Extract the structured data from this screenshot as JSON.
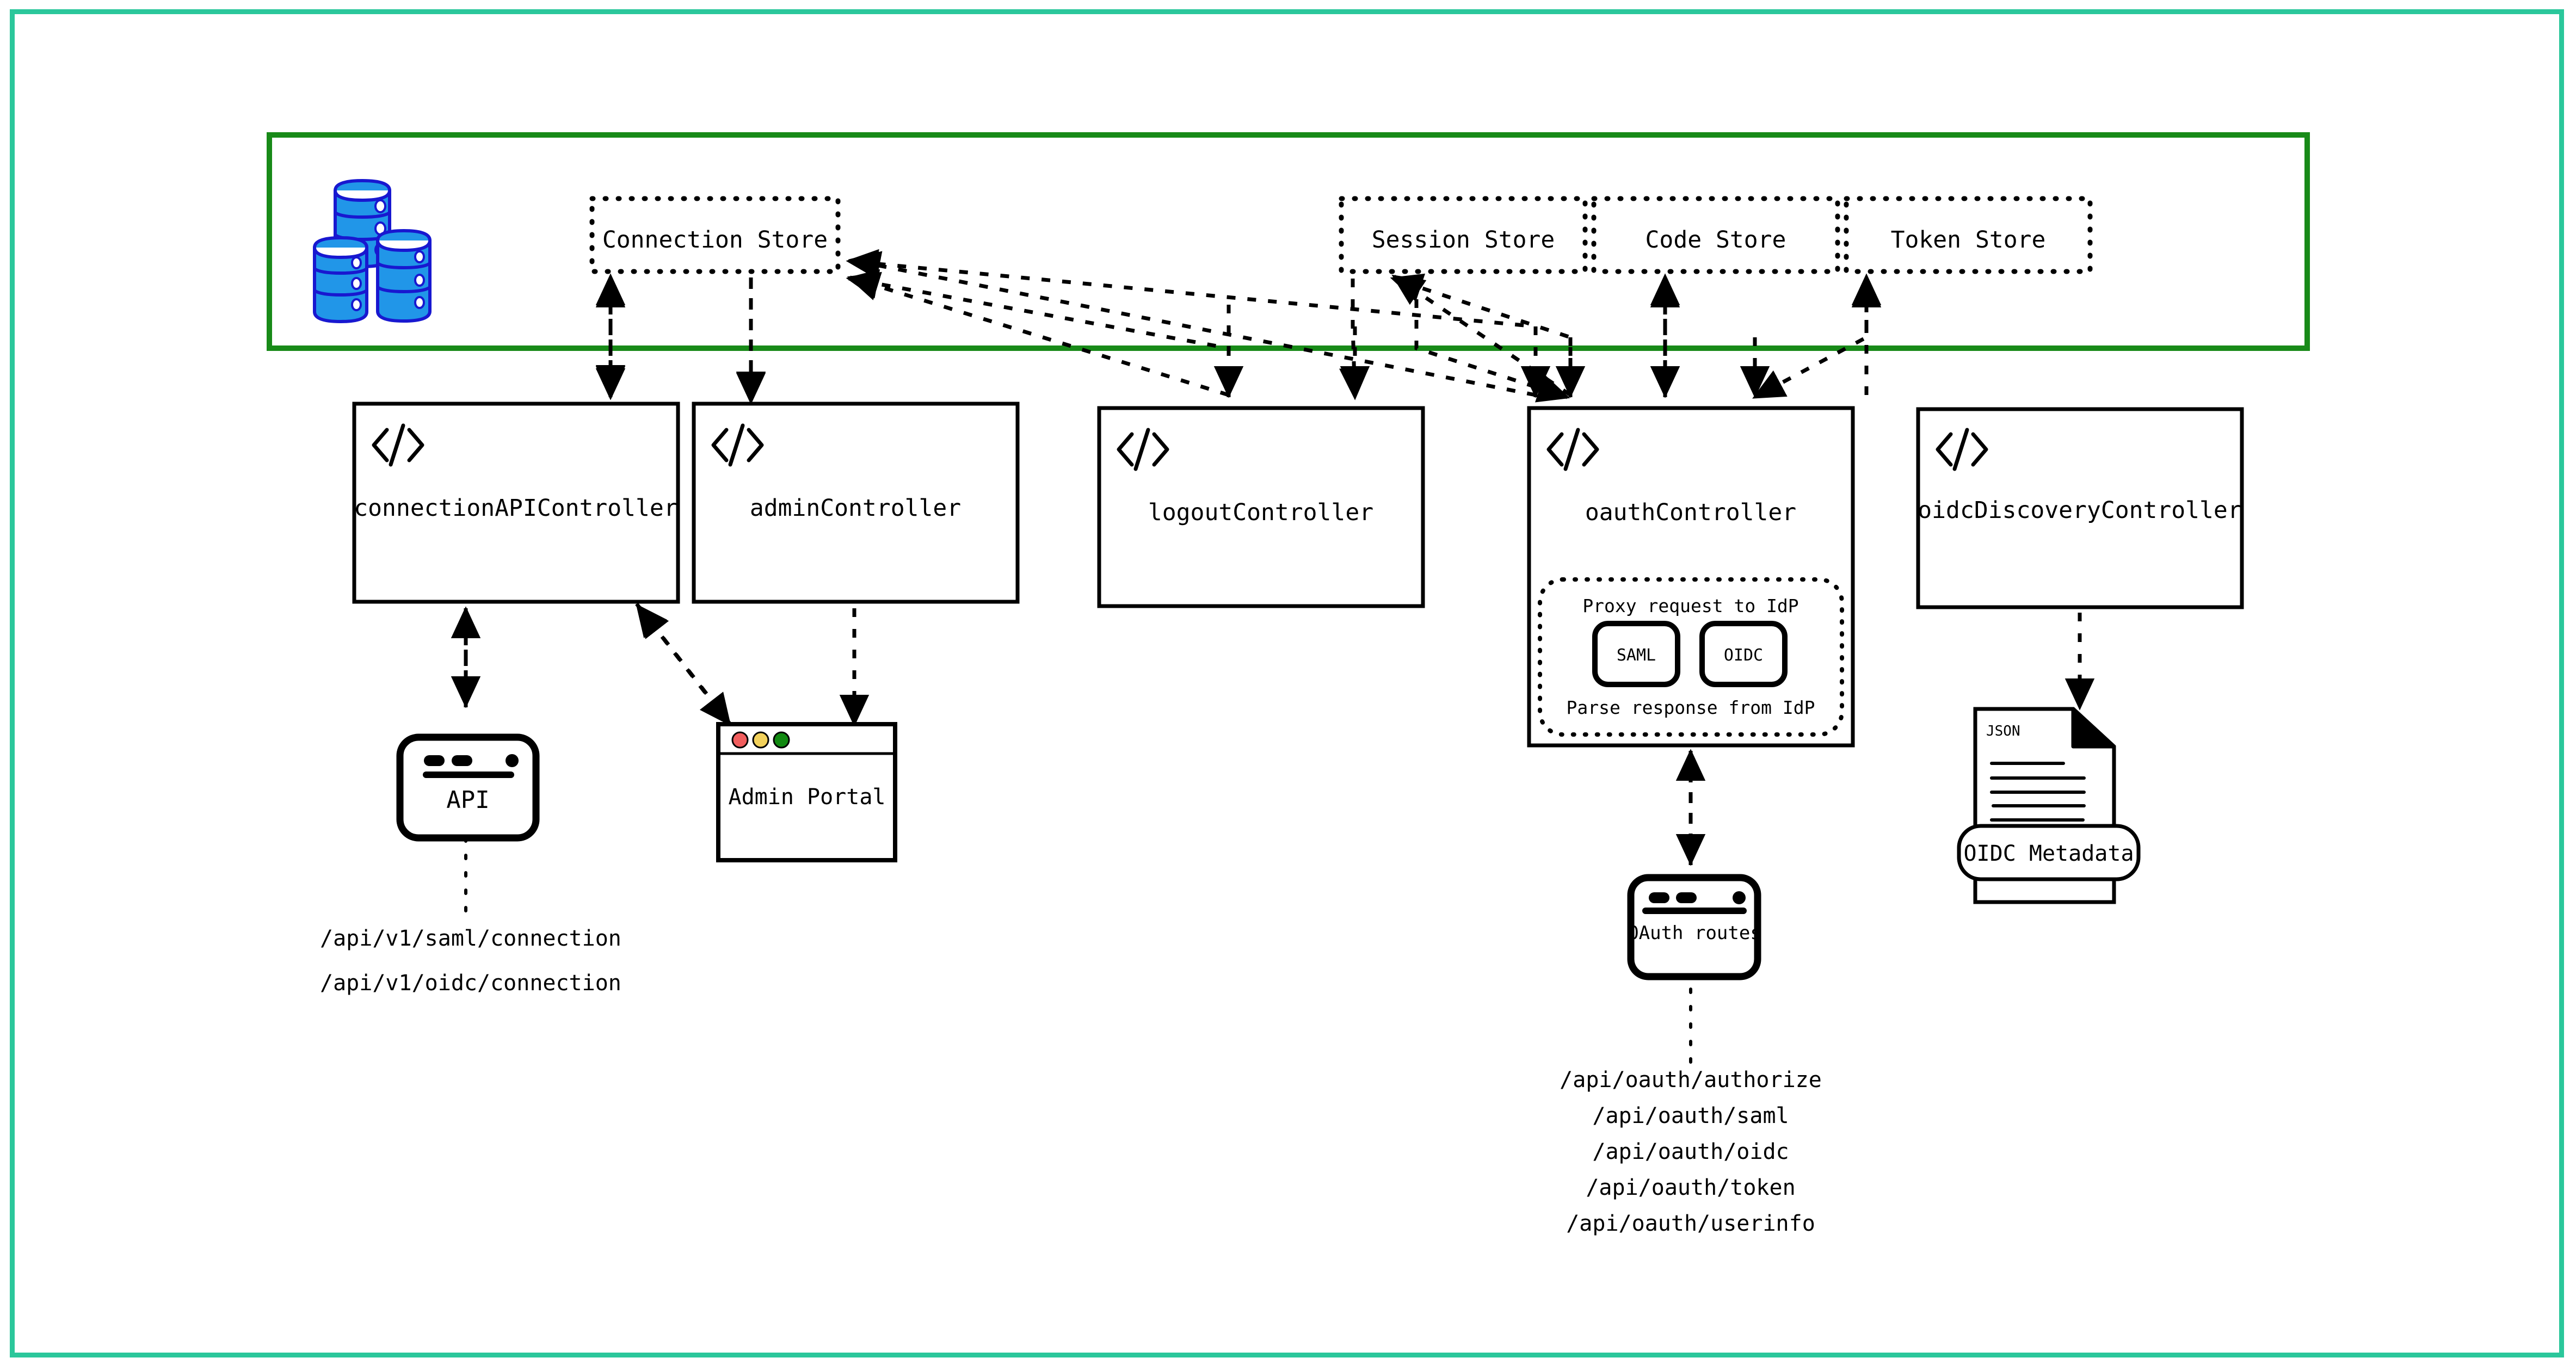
{
  "frame": {
    "border_color": "#2bc79b"
  },
  "storage_group": {
    "border_color": "#188a18",
    "db_icon_name": "database-cylinders-icon",
    "stores": [
      {
        "label": "Connection Store"
      },
      {
        "label": "Session Store"
      },
      {
        "label": "Code Store"
      },
      {
        "label": "Token Store"
      }
    ]
  },
  "controllers": [
    {
      "label": "connectionAPIController",
      "icon": "code-brackets-icon"
    },
    {
      "label": "adminController",
      "icon": "code-brackets-icon"
    },
    {
      "label": "logoutController",
      "icon": "code-brackets-icon"
    },
    {
      "label": "oauthController",
      "icon": "code-brackets-icon"
    },
    {
      "label": "oidcDiscoveryController",
      "icon": "code-brackets-icon"
    }
  ],
  "oauth_inner": {
    "top_label": "Proxy request to IdP",
    "bottom_label": "Parse response from IdP",
    "protocols": [
      {
        "label": "SAML"
      },
      {
        "label": "OIDC"
      }
    ]
  },
  "api_node": {
    "label": "API",
    "icon": "browser-window-icon"
  },
  "admin_portal_node": {
    "label": "Admin Portal",
    "icon": "mac-window-icon",
    "traffic_lights": {
      "red": "#f15e5e",
      "yellow": "#f2d15c",
      "green": "#128a12"
    }
  },
  "oauth_routes_node": {
    "label": "OAuth routes",
    "icon": "browser-window-icon"
  },
  "oidc_metadata_node": {
    "label": "OIDC Metadata",
    "doc_type": "JSON",
    "icon": "json-document-icon"
  },
  "connection_paths": [
    "/api/v1/saml/connection",
    "/api/v1/oidc/connection"
  ],
  "oauth_paths": [
    "/api/oauth/authorize",
    "/api/oauth/saml",
    "/api/oauth/oidc",
    "/api/oauth/token",
    "/api/oauth/userinfo"
  ]
}
